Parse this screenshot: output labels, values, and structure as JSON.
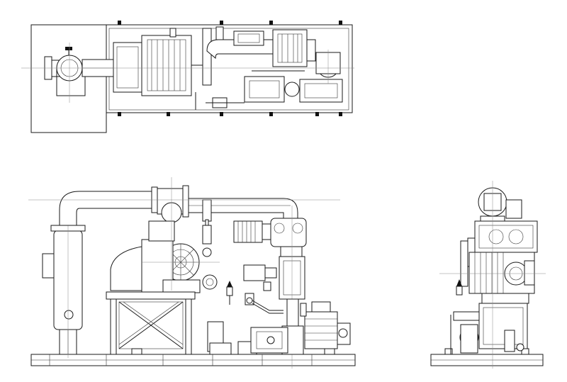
{
  "drawing": {
    "colors": {
      "line": "#1a1a1a",
      "background": "#ffffff",
      "centerline": "#888888"
    },
    "views": [
      {
        "id": "top-view"
      },
      {
        "id": "front-view"
      },
      {
        "id": "side-view"
      }
    ]
  }
}
